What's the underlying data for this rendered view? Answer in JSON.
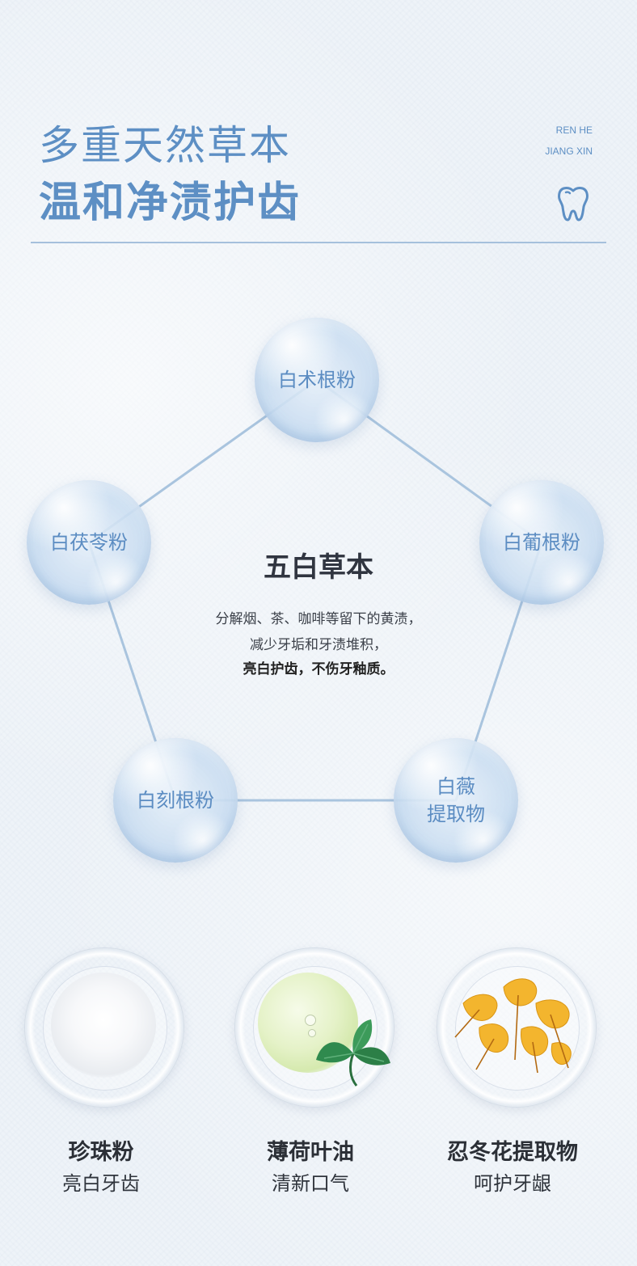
{
  "header": {
    "title_line1": "多重天然草本",
    "title_line2": "温和净渍护齿",
    "brand_line1": "REN HE",
    "brand_line2": "JIANG XIN",
    "icon": "tooth-icon"
  },
  "pentagon": {
    "center_title": "五白草本",
    "description": [
      "分解烟、茶、咖啡等留下的黄渍，",
      "减少牙垢和牙渍堆积，",
      "亮白护齿，不伤牙釉质。"
    ],
    "nodes": [
      {
        "label": "白术根粉"
      },
      {
        "label": "白茯苓粉"
      },
      {
        "label": "白葡根粉"
      },
      {
        "label": "白刻根粉"
      },
      {
        "label_line1": "白薇",
        "label_line2": "提取物"
      }
    ]
  },
  "ingredients": [
    {
      "name": "珍珠粉",
      "benefit": "亮白牙齿"
    },
    {
      "name": "薄荷叶油",
      "benefit": "清新口气"
    },
    {
      "name": "忍冬花提取物",
      "benefit": "呵护牙龈"
    }
  ],
  "colors": {
    "accent": "#5d8fc4",
    "line": "#a5c0dc",
    "text_dark": "#2b2f36"
  }
}
